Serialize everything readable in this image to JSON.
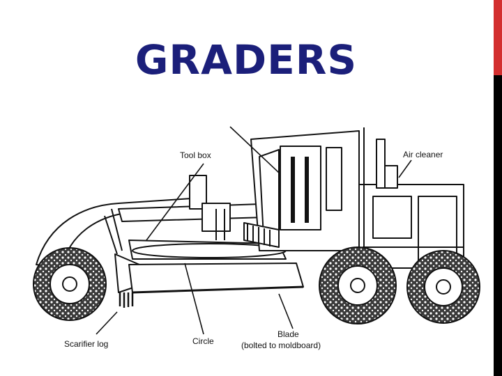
{
  "slide": {
    "title": "GRADERS",
    "accent_color": "#d32f2f",
    "title_color": "#1b1f7a"
  },
  "diagram": {
    "subject": "motor-grader",
    "labels": {
      "tool_box": "Tool box",
      "air_cleaner": "Air cleaner",
      "scarifier_log": "Scarifier log",
      "circle": "Circle",
      "blade_line1": "Blade",
      "blade_line2": "(bolted to moldboard)"
    }
  }
}
